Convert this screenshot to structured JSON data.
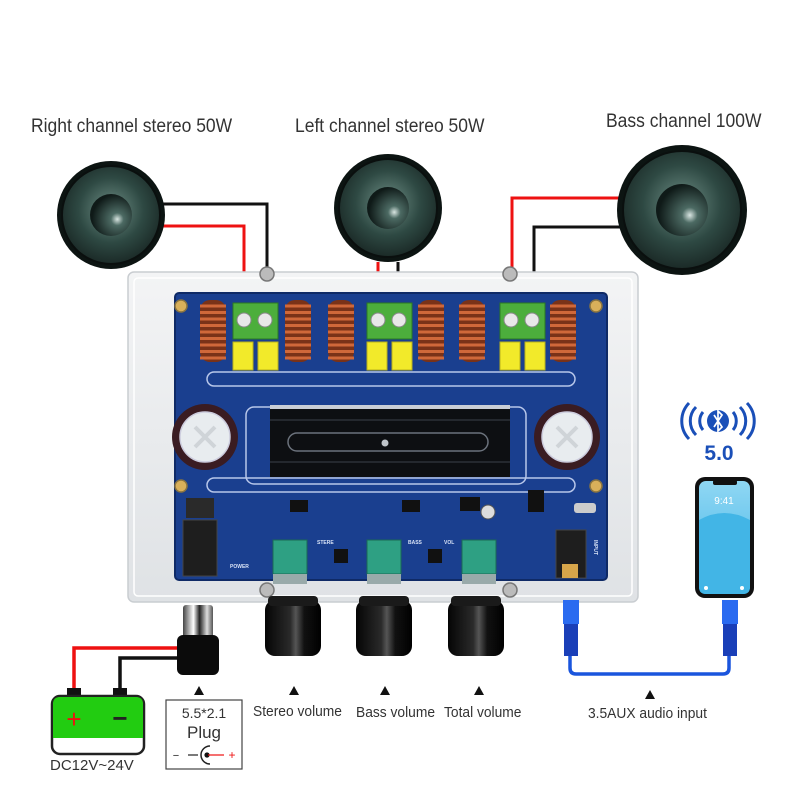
{
  "diagram": {
    "speakers": [
      {
        "id": "right",
        "label": "Right channel stereo 50W"
      },
      {
        "id": "left",
        "label": "Left channel stereo 50W"
      },
      {
        "id": "bass",
        "label": "Bass channel 100W"
      }
    ],
    "controls": [
      {
        "id": "stereo",
        "label": "Stereo volume"
      },
      {
        "id": "bass",
        "label": "Bass volume"
      },
      {
        "id": "total",
        "label": "Total volume"
      }
    ],
    "power": {
      "battery_label": "DC12V~24V",
      "plus_symbol": "+",
      "minus_symbol": "−",
      "plug_size": "5.5*2.1",
      "plug_label": "Plug",
      "polarity_minus": "−",
      "polarity_plus": "+"
    },
    "aux": {
      "label": "3.5AUX audio input"
    },
    "bluetooth": {
      "version": "5.0"
    },
    "phone": {
      "time": "9:41"
    },
    "board_silkscreen": {
      "power": "POWER",
      "stereo": "STERE",
      "bass": "BASS",
      "vol": "VOL",
      "input": "INPUT"
    },
    "colors": {
      "wire_positive": "#ee1111",
      "wire_negative": "#111111",
      "pcb": "#1a3f8f",
      "battery": "#22cc11",
      "aux_cable": "#1a55dd",
      "bluetooth": "#1a4fb8"
    }
  }
}
